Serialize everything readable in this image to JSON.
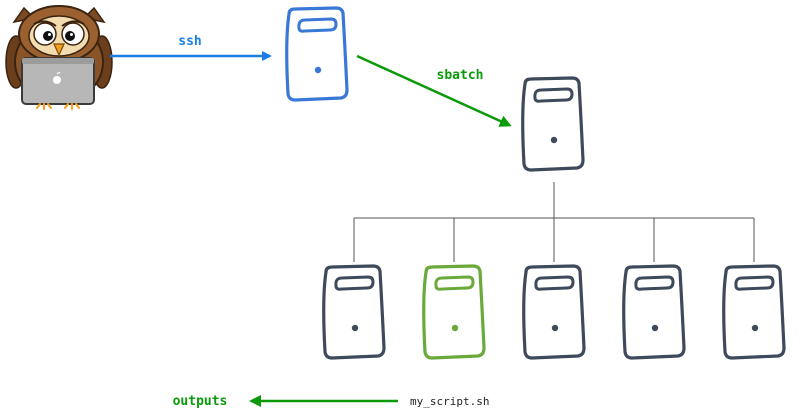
{
  "labels": {
    "ssh": "ssh",
    "sbatch": "sbatch",
    "outputs": "outputs",
    "script": "my_script.sh"
  },
  "icons": {
    "user": "owl-with-laptop-icon",
    "server": "server-icon"
  },
  "colors": {
    "login_node": "#3a78d8",
    "scheduler": "#3e4a5c",
    "compute": "#3e4a5c",
    "active_compute": "#6aaa3a",
    "ssh_arrow": "#1a7ee6",
    "sbatch_arrow": "#0a9a0a",
    "outputs_arrow": "#0a9a0a",
    "tree_lines": "#555555",
    "script_text": "#222222"
  },
  "compute_nodes": [
    {
      "state": "idle"
    },
    {
      "state": "active"
    },
    {
      "state": "idle"
    },
    {
      "state": "idle"
    },
    {
      "state": "idle"
    }
  ]
}
